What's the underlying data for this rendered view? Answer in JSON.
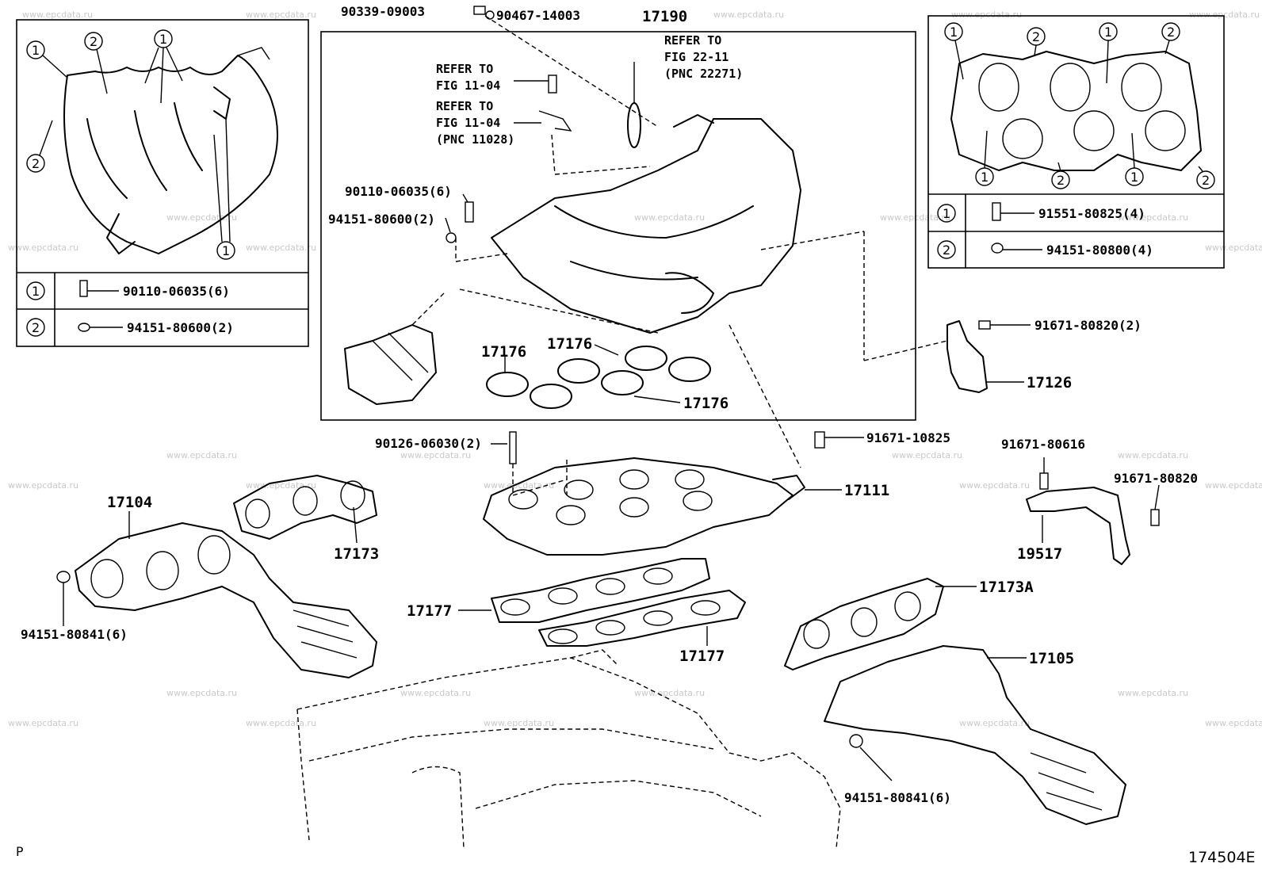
{
  "diagram_id": "174504E",
  "corner_mark": "P",
  "watermark": "www.epcdata.ru",
  "callouts": {
    "c1": "1",
    "c2": "2"
  },
  "legend_left": {
    "row1_part": "90110-06035(6)",
    "row2_part": "94151-80600(2)"
  },
  "legend_right": {
    "row1_part": "91551-80825(4)",
    "row2_part": "94151-80800(4)"
  },
  "parts": {
    "p90339": "90339-09003",
    "p90467": "90467-14003",
    "p17190": "17190",
    "refer1": [
      "REFER TO",
      "FIG 22-11",
      "(PNC 22271)"
    ],
    "refer2": [
      "REFER TO",
      "FIG 11-04"
    ],
    "refer3": [
      "REFER TO",
      "FIG 11-04",
      "(PNC 11028)"
    ],
    "p90110": "90110-06035(6)",
    "p94151a": "94151-80600(2)",
    "p17176a": "17176",
    "p17176b": "17176",
    "p17176c": "17176",
    "p91671a": "91671-80820(2)",
    "p17126": "17126",
    "p90126": "90126-06030(2)",
    "p91671b": "91671-10825",
    "p91671c": "91671-80616",
    "p91671d": "91671-80820",
    "p17111": "17111",
    "p17104": "17104",
    "p17173": "17173",
    "p19517": "19517",
    "p94151b": "94151-80841(6)",
    "p17177a": "17177",
    "p17177b": "17177",
    "p17173A": "17173A",
    "p17105": "17105",
    "p94151c": "94151-80841(6)"
  }
}
